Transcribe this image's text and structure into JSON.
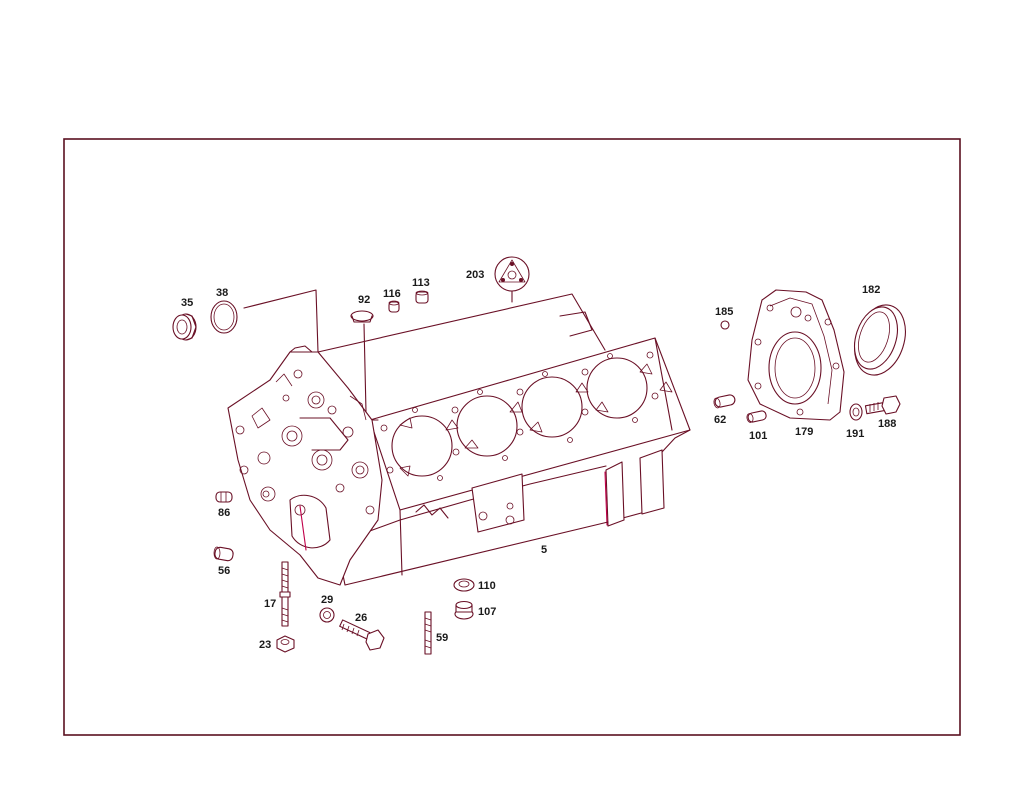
{
  "colors": {
    "line": "#6a1026",
    "frame": "#5a1020",
    "label": "#1a1a1a"
  },
  "parts": [
    {
      "id": "p35",
      "label": "35"
    },
    {
      "id": "p38",
      "label": "38"
    },
    {
      "id": "p92",
      "label": "92"
    },
    {
      "id": "p116",
      "label": "116"
    },
    {
      "id": "p113",
      "label": "113"
    },
    {
      "id": "p203",
      "label": "203"
    },
    {
      "id": "p185",
      "label": "185"
    },
    {
      "id": "p182",
      "label": "182"
    },
    {
      "id": "p62",
      "label": "62"
    },
    {
      "id": "p101",
      "label": "101"
    },
    {
      "id": "p179",
      "label": "179"
    },
    {
      "id": "p191",
      "label": "191"
    },
    {
      "id": "p188",
      "label": "188"
    },
    {
      "id": "p86",
      "label": "86"
    },
    {
      "id": "p56",
      "label": "56"
    },
    {
      "id": "p5",
      "label": "5"
    },
    {
      "id": "p17",
      "label": "17"
    },
    {
      "id": "p29",
      "label": "29"
    },
    {
      "id": "p26",
      "label": "26"
    },
    {
      "id": "p110",
      "label": "110"
    },
    {
      "id": "p107",
      "label": "107"
    },
    {
      "id": "p23",
      "label": "23"
    },
    {
      "id": "p59",
      "label": "59"
    }
  ]
}
